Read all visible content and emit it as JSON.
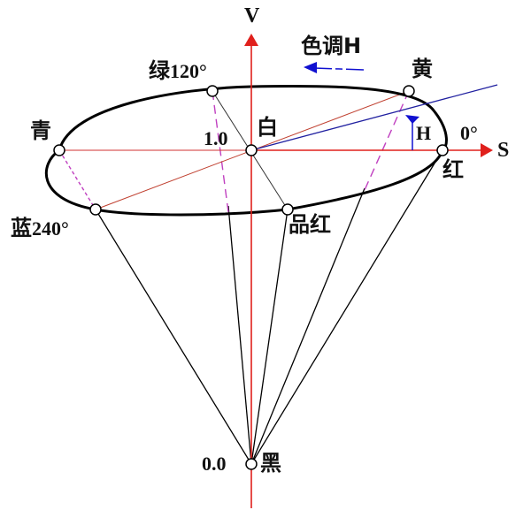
{
  "title": "HSV color model cone",
  "colors": {
    "axis": "#e0201c",
    "hue_arrow": "#1010d0",
    "outline": "#000000",
    "dashed": "#c040c0",
    "inner_line": "#c04030"
  },
  "axes": {
    "v_label": "V",
    "s_label": "S",
    "hue_label": "色调H",
    "angle_label": "H"
  },
  "points": {
    "white": {
      "name": "白",
      "value": "1.0"
    },
    "black": {
      "name": "黑",
      "value": "0.0"
    },
    "red": {
      "name": "红",
      "angle": "0°"
    },
    "yellow": {
      "name": "黄"
    },
    "green": {
      "name": "绿",
      "angle": "120°"
    },
    "cyan": {
      "name": "青"
    },
    "blue": {
      "name": "蓝",
      "angle": "240°"
    },
    "magenta": {
      "name": "品红"
    }
  }
}
